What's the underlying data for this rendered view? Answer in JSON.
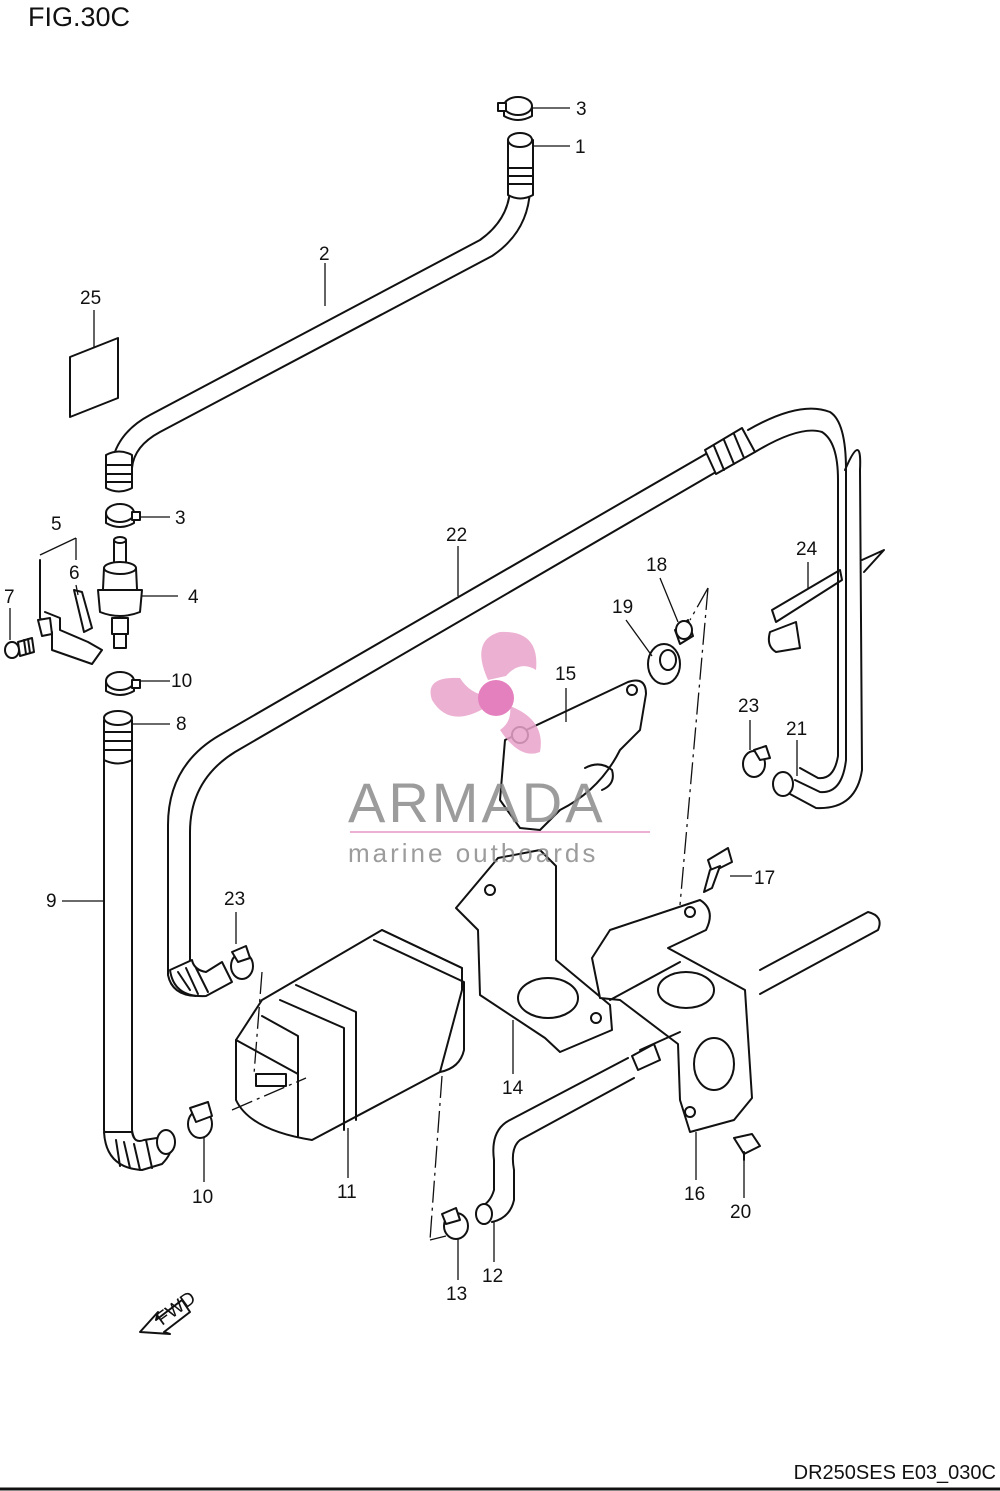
{
  "figure": {
    "title": "FIG.30C",
    "code": "DR250SES E03_030C"
  },
  "watermark": {
    "name": "ARMADA",
    "tagline": "marine outboards",
    "color": "#e9a3cb"
  },
  "fwd_label": "FWD",
  "callouts": [
    "1",
    "2",
    "3",
    "3",
    "4",
    "5",
    "6",
    "7",
    "8",
    "9",
    "10",
    "10",
    "11",
    "12",
    "13",
    "14",
    "15",
    "16",
    "17",
    "18",
    "19",
    "20",
    "21",
    "22",
    "23",
    "23",
    "24",
    "25"
  ]
}
